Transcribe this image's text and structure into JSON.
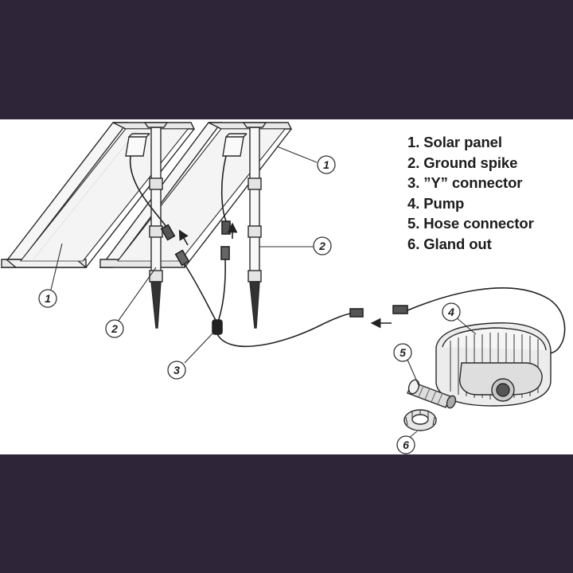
{
  "legend": {
    "items": [
      "1. Solar panel",
      "2. Ground spike",
      "3. ”Y” connector",
      "4. Pump",
      "5. Hose connector",
      "6. Gland out"
    ]
  },
  "callouts": [
    "1",
    "2",
    "3",
    "4",
    "5",
    "6"
  ],
  "colors": {
    "band": "#2e2638",
    "panel": "#ffffff",
    "line": "#2a2a2a"
  }
}
